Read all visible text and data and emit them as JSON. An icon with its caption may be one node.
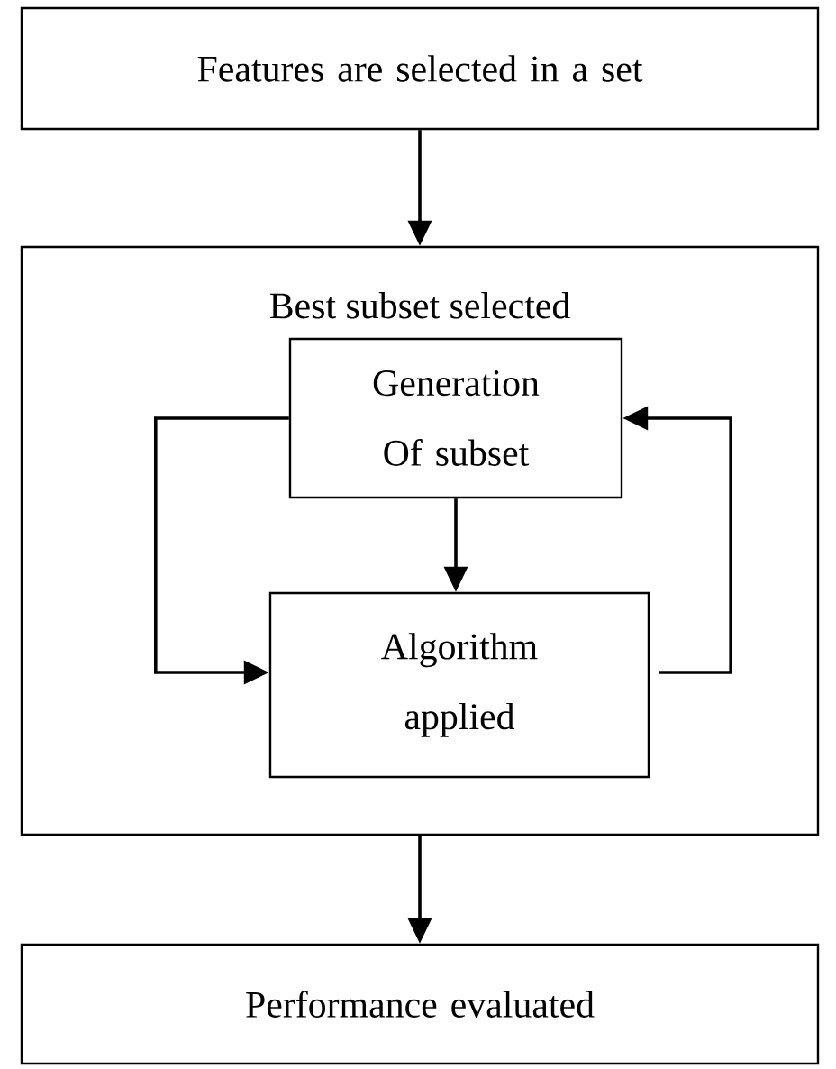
{
  "diagram": {
    "nodes": [
      {
        "text": [
          "Features are selected in a set"
        ]
      },
      {
        "text": [
          "Best subset selected"
        ]
      },
      {
        "text": [
          "Generation Of subset"
        ],
        "in": 1
      },
      {
        "text": [
          "Algorithm applied"
        ],
        "in": 1
      },
      {
        "text": [
          "Performance evaluated"
        ]
      }
    ],
    "edges": [
      {
        "from": 0,
        "to": 1,
        "arrow": "to"
      },
      {
        "from": 2,
        "to": 3,
        "arrow": "to"
      },
      {
        "from": 2,
        "to": 3,
        "arrow": "to"
      },
      {
        "from": 3,
        "to": 2,
        "arrow": "to"
      },
      {
        "from": 1,
        "to": 4,
        "arrow": "to"
      }
    ]
  }
}
